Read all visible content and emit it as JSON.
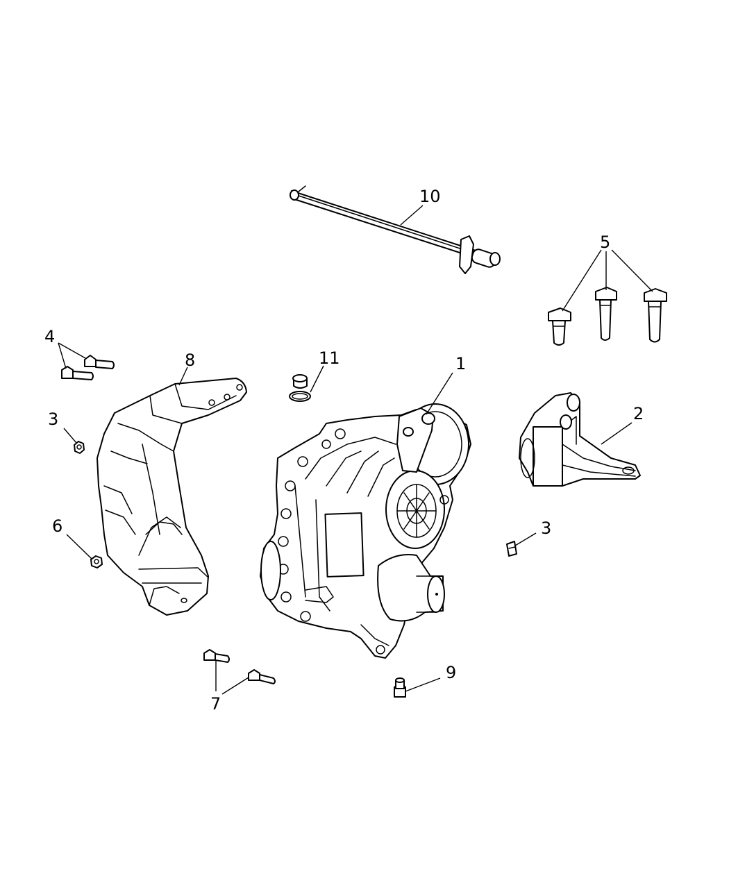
{
  "callouts": [
    {
      "id": "c1",
      "text": "1"
    },
    {
      "id": "c2",
      "text": "2"
    },
    {
      "id": "c3a",
      "text": "3"
    },
    {
      "id": "c3b",
      "text": "3"
    },
    {
      "id": "c4",
      "text": "4"
    },
    {
      "id": "c5",
      "text": "5"
    },
    {
      "id": "c6",
      "text": "6"
    },
    {
      "id": "c7",
      "text": "7"
    },
    {
      "id": "c8",
      "text": "8"
    },
    {
      "id": "c9",
      "text": "9"
    },
    {
      "id": "c10",
      "text": "10"
    },
    {
      "id": "c11",
      "text": "11"
    }
  ]
}
